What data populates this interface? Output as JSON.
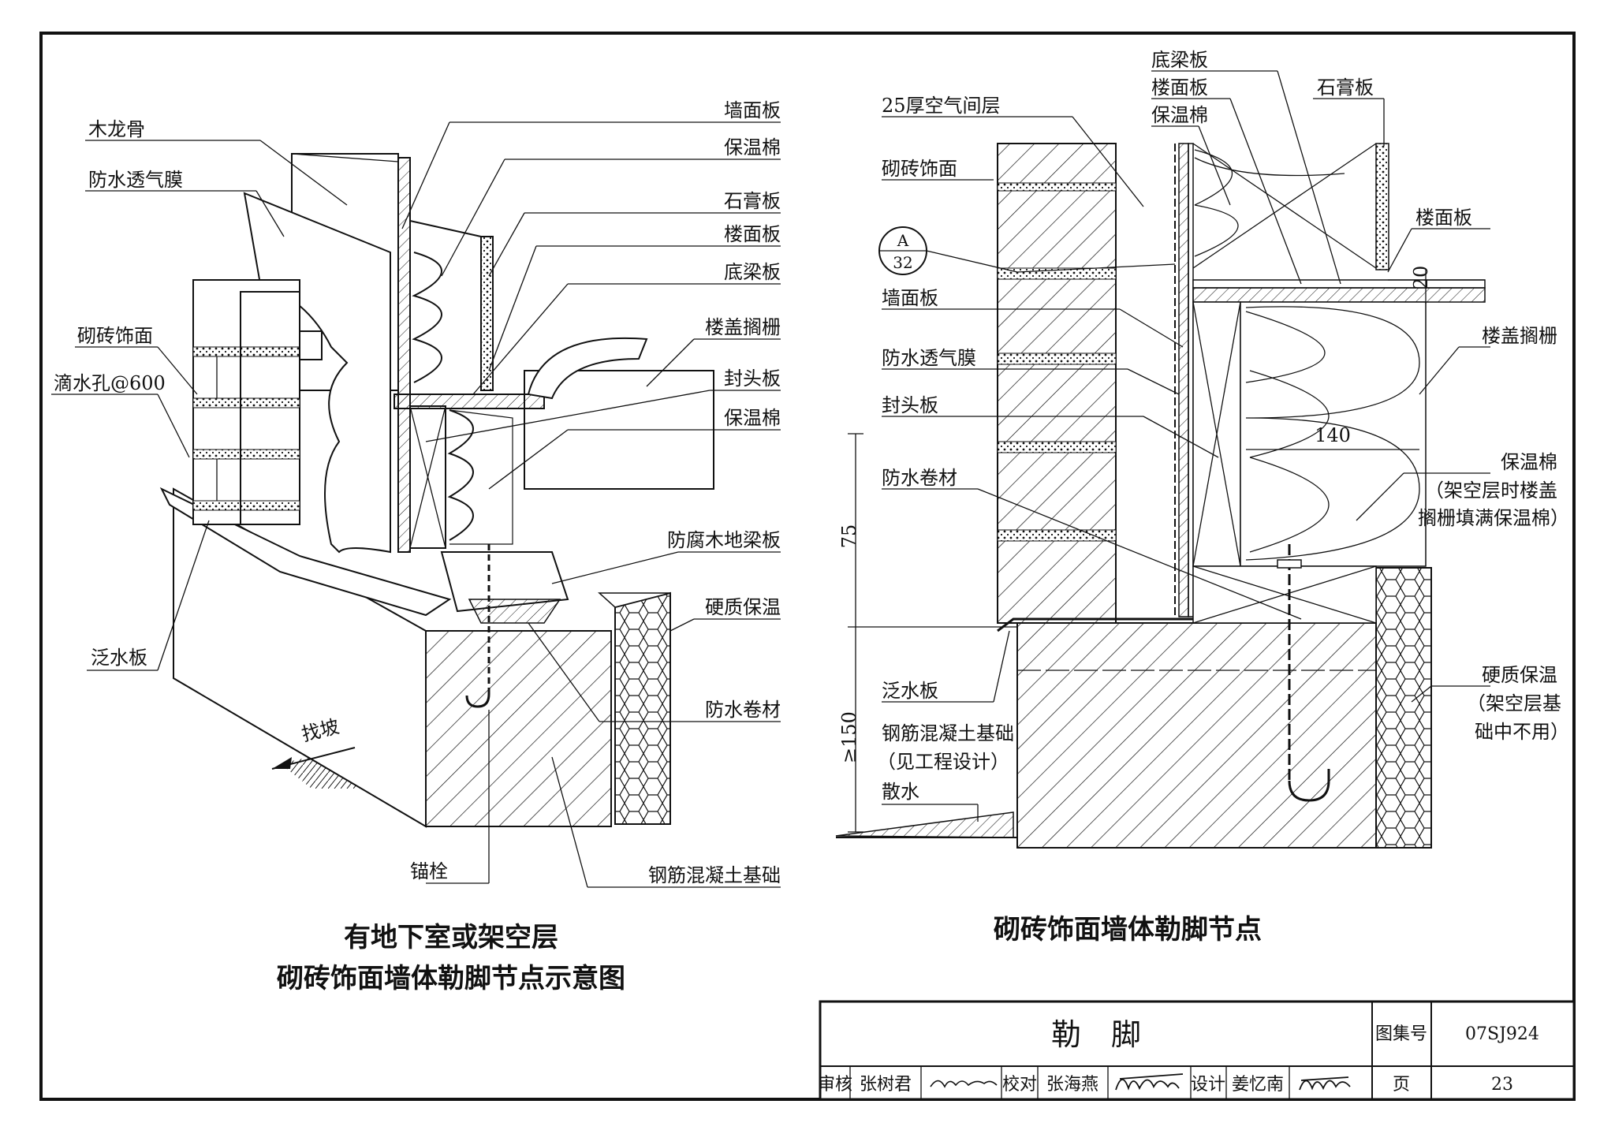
{
  "left_detail": {
    "labels": {
      "wood_stud": "木龙骨",
      "breathable_membrane": "防水透气膜",
      "brick_veneer": "砌砖饰面",
      "weep_hole": "滴水孔@600",
      "flashing": "泛水板",
      "slope": "找坡",
      "wall_panel": "墙面板",
      "insulation_top": "保温棉",
      "gypsum": "石膏板",
      "floor_panel": "楼面板",
      "subfloor": "底梁板",
      "floor_joist": "楼盖搁栅",
      "rim_board": "封头板",
      "insulation_mid": "保温棉",
      "sill_plate": "防腐木地梁板",
      "rigid_insulation": "硬质保温",
      "waterproof_roll": "防水卷材",
      "anchor_bolt": "锚栓",
      "rc_foundation": "钢筋混凝土基础"
    },
    "caption_line1": "有地下室或架空层",
    "caption_line2": "砌砖饰面墙体勒脚节点示意图"
  },
  "right_detail": {
    "labels": {
      "subfloor": "底梁板",
      "floor_panel_top": "楼面板",
      "insulation_top": "保温棉",
      "gypsum": "石膏板",
      "air_gap": "25厚空气间层",
      "brick_veneer": "砌砖饰面",
      "ref_top": "A",
      "ref_bottom": "32",
      "floor_panel": "楼面板",
      "wall_panel": "墙面板",
      "floor_joist": "楼盖搁栅",
      "breathable_membrane": "防水透气膜",
      "rim_board": "封头板",
      "waterproof_roll": "防水卷材",
      "insulation": "保温棉",
      "insulation_note1": "（架空层时楼盖",
      "insulation_note2": "搁栅填满保温棉）",
      "flashing": "泛水板",
      "rigid_insulation": "硬质保温",
      "rigid_note1": "（架空层基",
      "rigid_note2": "础中不用）",
      "rc_foundation": "钢筋混凝土基础",
      "rc_note": "（见工程设计）",
      "apron": "散水"
    },
    "dims": {
      "gap": "20",
      "joist_depth": "140",
      "upper": "75",
      "lower": "≥150"
    },
    "caption": "砌砖饰面墙体勒脚节点"
  },
  "title_block": {
    "title": "勒　脚",
    "atlas_label": "图集号",
    "atlas_no": "07SJ924",
    "review_label": "审核",
    "reviewer": "张树君",
    "check_label": "校对",
    "checker": "张海燕",
    "design_label": "设计",
    "designer": "姜忆南",
    "page_label": "页",
    "page_no": "23"
  }
}
